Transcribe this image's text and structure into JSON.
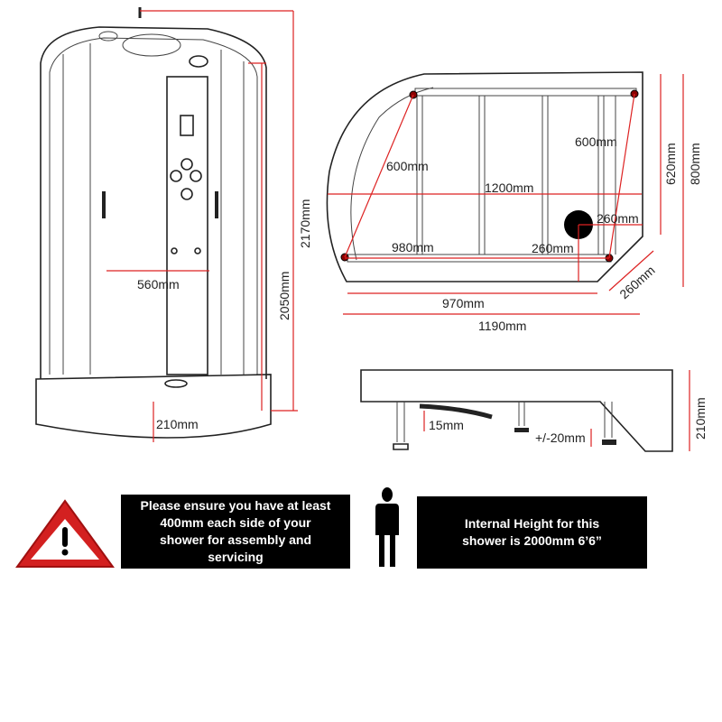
{
  "front_view": {
    "height_total": "2170mm",
    "height_frame": "2050mm",
    "door_width": "560mm",
    "tray_height": "210mm"
  },
  "plan_view": {
    "diag_left": "600mm",
    "diag_right": "600mm",
    "width_inner": "1200mm",
    "front_rail": "980mm",
    "waste_offset_x": "260mm",
    "waste_offset_y": "260mm",
    "depth_side": "620mm",
    "depth_total": "800mm",
    "corner_cut": "260mm",
    "front_width": "970mm",
    "total_width": "1190mm"
  },
  "side_view": {
    "tray_height": "210mm",
    "waste_height": "15mm",
    "leg_adjust": "+/-20mm"
  },
  "notices": {
    "clearance_lines": [
      "Please ensure you have at least",
      "400mm each side of your",
      "shower for assembly and",
      "servicing"
    ],
    "internal_height_lines": [
      "Internal Height for this",
      "shower is 2000mm 6’6”"
    ]
  },
  "colors": {
    "dimension": "#dd2222",
    "warning": "#d32020"
  }
}
